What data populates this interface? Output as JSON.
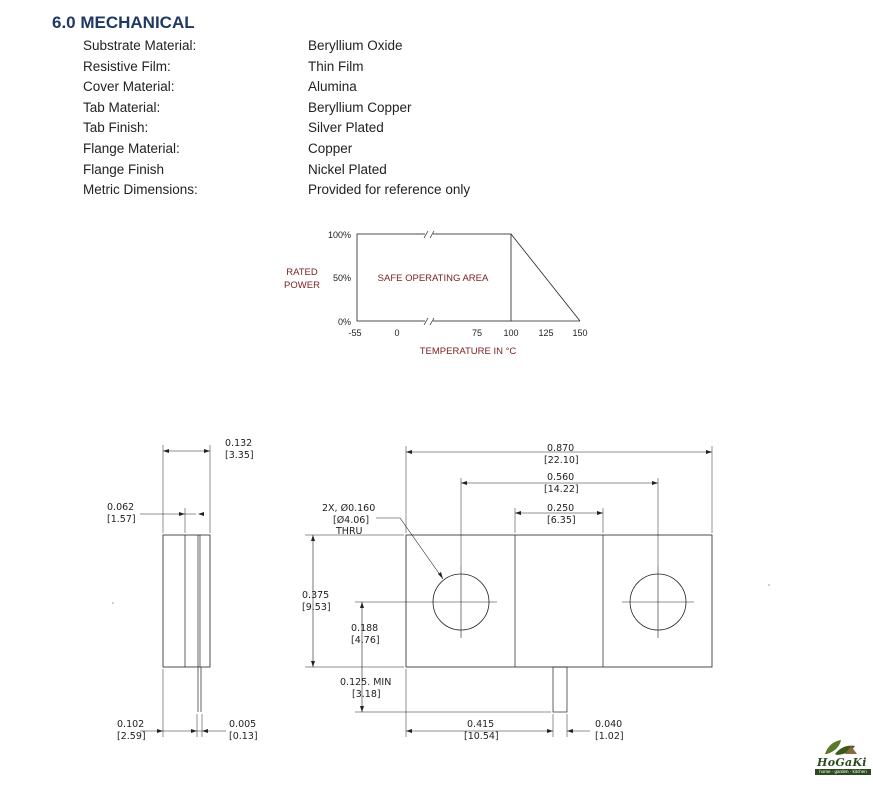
{
  "section": {
    "title": "6.0 MECHANICAL"
  },
  "specs": [
    {
      "label": "Substrate Material:",
      "value": "Beryllium Oxide"
    },
    {
      "label": "Resistive Film:",
      "value": "Thin Film"
    },
    {
      "label": "Cover Material:",
      "value": "Alumina"
    },
    {
      "label": "Tab Material:",
      "value": "Beryllium Copper"
    },
    {
      "label": "Tab Finish:",
      "value": "Silver Plated"
    },
    {
      "label": "Flange Material:",
      "value": "Copper"
    },
    {
      "label": "Flange Finish",
      "value": "Nickel Plated"
    },
    {
      "label": "Metric Dimensions:",
      "value": "Provided for reference only"
    }
  ],
  "soa": {
    "y_label_line1": "RATED",
    "y_label_line2": "POWER",
    "area_label": "SAFE OPERATING AREA",
    "x_label": "TEMPERATURE IN °C",
    "y_ticks": [
      "100%",
      "50%",
      "0%"
    ],
    "x_ticks": [
      "-55",
      "0",
      "75",
      "100",
      "125",
      "150"
    ],
    "color": "#7b1f1f"
  },
  "side_view": {
    "total_thickness": "0.132",
    "total_thickness_mm": "[3.35]",
    "cover_thickness": "0.062",
    "cover_thickness_mm": "[1.57]",
    "flange_thickness": "0.102",
    "flange_thickness_mm": "[2.59]",
    "tab_thickness": "0.005",
    "tab_thickness_mm": "[0.13]"
  },
  "top_view": {
    "overall_length": "0.870",
    "overall_length_mm": "[22.10]",
    "hole_spacing": "0.560",
    "hole_spacing_mm": "[14.22]",
    "tab_width": "0.250",
    "tab_width_mm": "[6.35]",
    "hole_note_1": "2X, Ø0.160",
    "hole_note_2": "[Ø4.06]",
    "hole_note_3": "THRU",
    "width": "0.375",
    "width_mm": "[9.53]",
    "hole_center": "0.188",
    "hole_center_mm": "[4.76]",
    "tab_length": "0.125. MIN",
    "tab_length_mm": "[3.18]",
    "tab_offset": "0.415",
    "tab_offset_mm": "[10.54]",
    "lead_width": "0.040",
    "lead_width_mm": "[1.02]"
  },
  "logo": {
    "name": "HoGaKi",
    "tagline": "home · garden · kitchen"
  }
}
